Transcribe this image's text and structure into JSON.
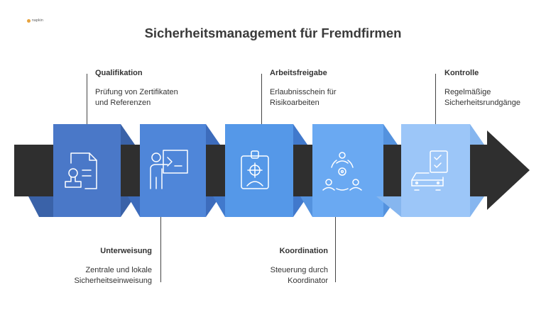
{
  "title": "Sicherheitsmanagement für Fremdfirmen",
  "logo_text": "napkin",
  "colors": {
    "arrow": "#2f2f2f",
    "panel1": "#4a78c8",
    "panel2": "#4f86d9",
    "panel3": "#5598e8",
    "panel4": "#6aa9f2",
    "panel5": "#9cc6f8"
  },
  "steps": [
    {
      "heading": "Qualifikation",
      "desc_lines": [
        "Prüfung von Zertifikaten",
        "und Referenzen"
      ],
      "icon": "certificate-stamp-icon"
    },
    {
      "heading": "Unterweisung",
      "desc_lines": [
        "Zentrale und lokale",
        "Sicherheitseinweisung"
      ],
      "icon": "presenter-board-icon"
    },
    {
      "heading": "Arbeitsfreigabe",
      "desc_lines": [
        "Erlaubnisschein für",
        "Risikoarbeiten"
      ],
      "icon": "id-badge-icon"
    },
    {
      "heading": "Koordination",
      "desc_lines": [
        "Steuerung durch",
        "Koordinator"
      ],
      "icon": "team-gear-icon"
    },
    {
      "heading": "Kontrolle",
      "desc_lines": [
        "Regelmäßige",
        "Sicherheitsrundgänge"
      ],
      "icon": "car-checklist-icon"
    }
  ]
}
